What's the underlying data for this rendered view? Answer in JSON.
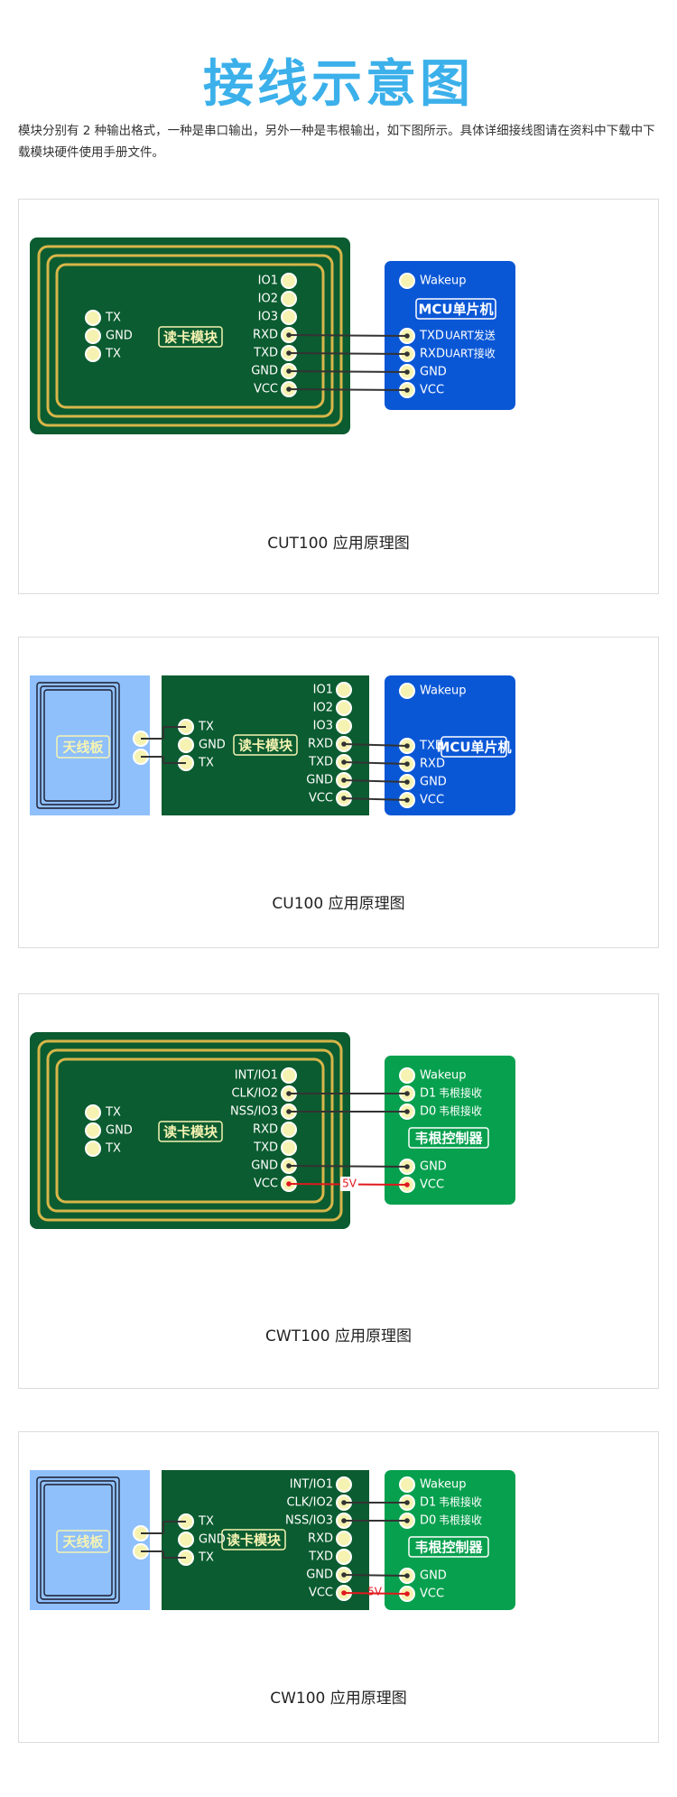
{
  "page": {
    "title": "接线示意图",
    "intro": "模块分别有 2 种输出格式，一种是串口输出，另外一种是韦根输出，如下图所示。具体详细接线图请在资料中下载中下载模块硬件使用手册文件。"
  },
  "colors": {
    "title": "#3bb0ea",
    "board_green": "#0b5c30",
    "trace_gold": "#d7b64a",
    "mcu_blue": "#0a57d6",
    "wiegand_green": "#07a04e",
    "antenna_blue": "#8fc0fb",
    "pin_fill": "#f6f3b2",
    "wire": "#333333",
    "wire_5v": "#e0191e"
  },
  "labels": {
    "reader": "读卡模块",
    "antenna": "天线板",
    "mcu": "MCU单片机",
    "wiegand": "韦根控制器",
    "wakeup": "Wakeup",
    "uart_send": "UART发送",
    "uart_recv": "UART接收",
    "wg_recv": "韦根接收",
    "five_v": "5V",
    "left_pins": [
      "TX",
      "GND",
      "TX"
    ],
    "reader_pins_uart": [
      "IO1",
      "IO2",
      "IO3",
      "RXD",
      "TXD",
      "GND",
      "VCC"
    ],
    "reader_pins_wg": [
      "INT/IO1",
      "CLK/IO2",
      "NSS/IO3",
      "RXD",
      "TXD",
      "GND",
      "VCC"
    ],
    "mcu_pins": [
      "TXD",
      "RXD",
      "GND",
      "VCC"
    ],
    "wg_pins_top": [
      "D1",
      "D0"
    ],
    "wg_pins_bottom": [
      "GND",
      "VCC"
    ]
  },
  "diagrams": [
    {
      "caption": "CUT100 应用原理图"
    },
    {
      "caption": "CU100 应用原理图"
    },
    {
      "caption": "CWT100 应用原理图"
    },
    {
      "caption": "CW100 应用原理图"
    }
  ]
}
